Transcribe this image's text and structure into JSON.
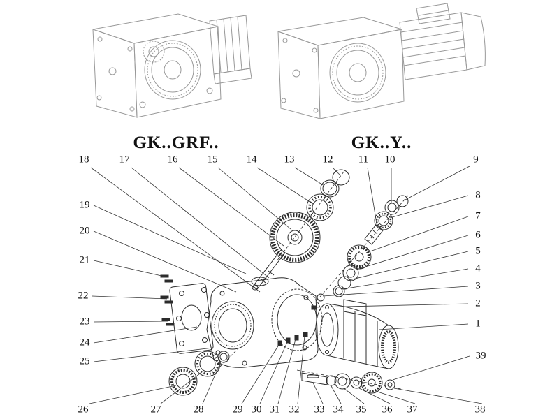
{
  "titles": {
    "left": "GK..GRF..",
    "right": "GK..Y.."
  },
  "callouts": {
    "top": [
      "18",
      "17",
      "16",
      "15",
      "14",
      "13",
      "12",
      "11",
      "10",
      "9"
    ],
    "left": [
      "19",
      "20",
      "21",
      "22",
      "23",
      "24",
      "25"
    ],
    "right": [
      "8",
      "7",
      "6",
      "5",
      "4",
      "3",
      "2",
      "1",
      "39"
    ],
    "bottom": [
      "26",
      "27",
      "28",
      "29",
      "30",
      "31",
      "32",
      "33",
      "34",
      "35",
      "36",
      "37",
      "38"
    ]
  },
  "colors": {
    "line_dark": "#2b2b2b",
    "line_light": "#989898",
    "text": "#111111",
    "background": "#ffffff"
  }
}
